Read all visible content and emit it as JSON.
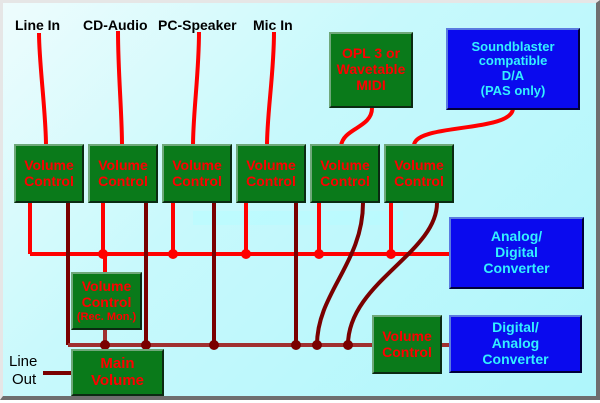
{
  "diagram": {
    "title": "Sound card mixer signal flow",
    "colors": {
      "background": "#c8f9fc",
      "control_box": "#0a7a1a",
      "control_text": "#ff0000",
      "converter_box": "#0a0aee",
      "converter_text": "#33f0ff",
      "record_bus": "#ff0000",
      "output_bus": "#7a0000"
    },
    "inputs": {
      "line_in": "Line In",
      "cd_audio": "CD-Audio",
      "pc_speaker": "PC-Speaker",
      "mic_in": "Mic In"
    },
    "sources": {
      "opl3": [
        "OPL 3 or",
        "Wavetable",
        "MIDI"
      ],
      "sb_da": [
        "Soundblaster",
        "compatible",
        "D/A",
        "(PAS only)"
      ]
    },
    "volume_controls": [
      [
        "Volume",
        "Control"
      ],
      [
        "Volume",
        "Control"
      ],
      [
        "Volume",
        "Control"
      ],
      [
        "Volume",
        "Control"
      ],
      [
        "Volume",
        "Control"
      ],
      [
        "Volume",
        "Control"
      ]
    ],
    "rec_monitor": [
      "Volume",
      "Control",
      "(Rec. Mon.)"
    ],
    "main_volume": [
      "Main",
      "Volume"
    ],
    "dac_volume": [
      "Volume",
      "Control"
    ],
    "adc": [
      "Analog/",
      "Digital",
      "Converter"
    ],
    "dac": [
      "Digital/",
      "Analog",
      "Converter"
    ],
    "line_out": [
      "Line",
      "Out"
    ]
  }
}
